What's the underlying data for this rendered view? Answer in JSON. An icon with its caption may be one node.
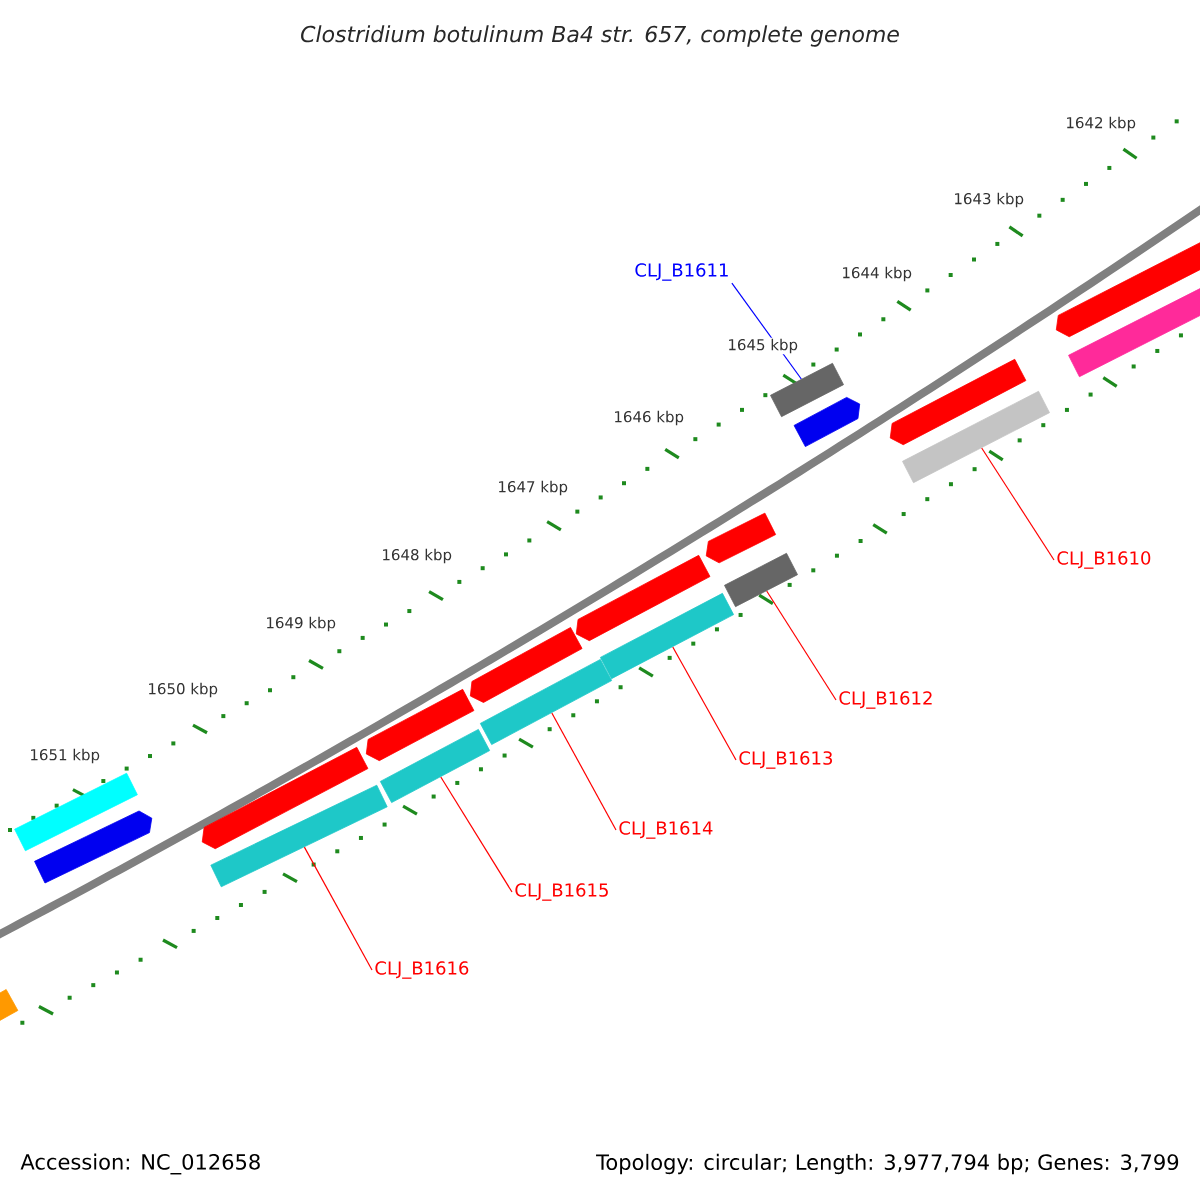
{
  "diagram": {
    "title": "Clostridium botulinum Ba4 str. 657, complete genome",
    "nodes": [
      {
        "text": [
          "CLJ_B1611"
        ]
      },
      {
        "text": [],
        "shape": "bar"
      },
      {
        "text": [
          "CLJ_B1610"
        ]
      },
      {
        "text": [],
        "shape": "bar"
      },
      {
        "text": [
          "CLJ_B1612"
        ]
      },
      {
        "text": [],
        "shape": "bar"
      },
      {
        "text": [
          "CLJ_B1613"
        ]
      },
      {
        "text": [],
        "shape": "bar"
      },
      {
        "text": [
          "CLJ_B1614"
        ]
      },
      {
        "text": [],
        "shape": "bar"
      },
      {
        "text": [
          "CLJ_B1615"
        ]
      },
      {
        "text": [],
        "shape": "bar"
      },
      {
        "text": [
          "CLJ_B1616"
        ]
      },
      {
        "text": [],
        "shape": "bar"
      },
      {
        "text": [],
        "shape": "bar"
      },
      {
        "text": [],
        "shape": "bar"
      },
      {
        "text": [],
        "shape": "bar"
      },
      {
        "text": [],
        "shape": "bar"
      },
      {
        "text": [],
        "shape": "bar"
      },
      {
        "text": [],
        "shape": "bar"
      },
      {
        "text": [],
        "shape": "bar"
      },
      {
        "text": [],
        "shape": "bar"
      },
      {
        "text": [],
        "shape": "bar"
      },
      {
        "text": [],
        "shape": "bar"
      },
      {
        "text": [],
        "shape": "bar"
      },
      {
        "text": [],
        "shape": "bar"
      }
    ],
    "edges": [
      {
        "from": 0,
        "to": 1,
        "arrow": "none",
        "color": "#0000ff"
      },
      {
        "from": 2,
        "to": 3,
        "arrow": "none"
      },
      {
        "from": 4,
        "to": 5,
        "arrow": "none"
      },
      {
        "from": 6,
        "to": 7,
        "arrow": "none"
      },
      {
        "from": 8,
        "to": 9,
        "arrow": "none"
      },
      {
        "from": 10,
        "to": 11,
        "arrow": "none"
      },
      {
        "from": 12,
        "to": 13,
        "arrow": "none"
      }
    ],
    "labels": [
      "1642 kbp",
      "1643 kbp",
      "1644 kbp",
      "1645 kbp",
      "1646 kbp",
      "1647 kbp",
      "1648 kbp",
      "1649 kbp",
      "1650 kbp",
      "1651 kbp",
      "Accession: NC_012658",
      "Topology: circular; Length: 3,977,794 bp; Genes: 3,799"
    ]
  }
}
